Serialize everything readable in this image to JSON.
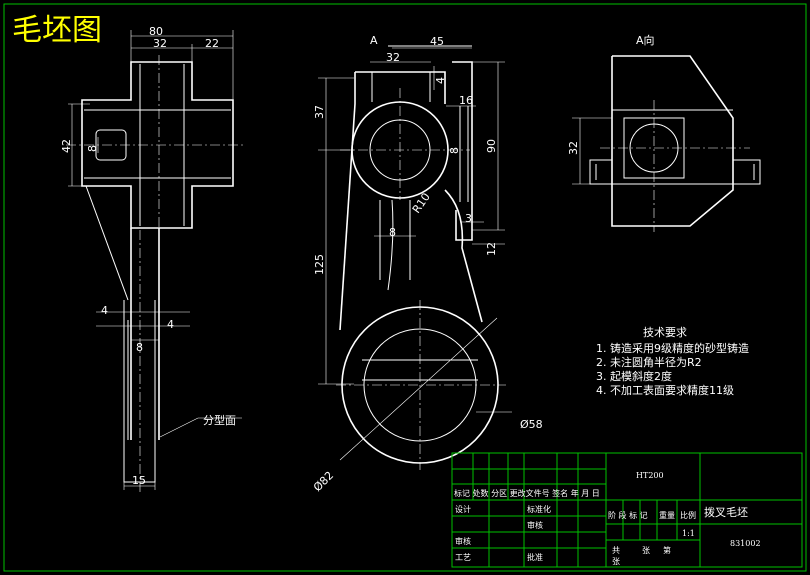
{
  "title": "毛坯图",
  "views": {
    "left": {
      "dims": {
        "d80": "80",
        "d32": "32",
        "d22": "22",
        "d42": "42",
        "d8": "8",
        "d4a": "4",
        "d4b": "4",
        "d8b": "8",
        "d15": "15"
      },
      "parting_label": "分型面"
    },
    "front": {
      "section_mark": "A",
      "dims": {
        "d45": "45",
        "d32": "32",
        "d4": "4",
        "d37": "37",
        "d16": "16",
        "d8": "8",
        "d90": "90",
        "r10": "R10",
        "d3": "3",
        "d8b": "8",
        "d125": "125",
        "d12": "12",
        "dia58": "Ø58",
        "dia82": "Ø82"
      }
    },
    "right": {
      "title": "A向",
      "dims": {
        "d32": "32"
      }
    }
  },
  "tech_requirements": {
    "heading": "技术要求",
    "items": [
      "1. 铸造采用9级精度的砂型铸造",
      "2. 未注圆角半径为R2",
      "3. 起模斜度2度",
      "4. 不加工表面要求精度11级"
    ]
  },
  "title_block": {
    "material": "HT200",
    "part_name": "拨叉毛坯",
    "drawing_no": "831002",
    "scale": "1:1",
    "header_row": "标记 处数 分区 更改文件号 签名 年 月 日",
    "labels": {
      "design": "设计",
      "standardize": "标准化",
      "review": "审核",
      "craft": "工艺",
      "check": "审核",
      "approve": "批准",
      "stage_mark": "阶 段 标 记",
      "weight": "重量",
      "ratio": "比例",
      "total": "共",
      "sheet": "张",
      "page": "第",
      "sheet2": "张"
    }
  }
}
